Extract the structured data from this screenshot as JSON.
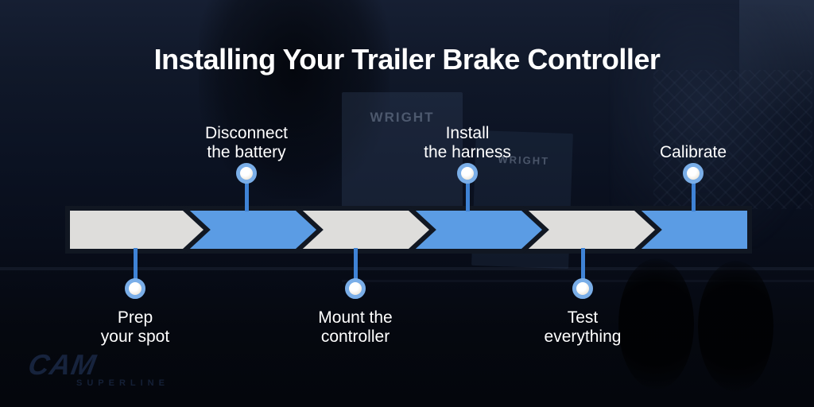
{
  "title": "Installing Your Trailer Brake Controller",
  "timeline": {
    "steps": [
      {
        "order": 1,
        "label": "Prep your spot",
        "lines": [
          "Prep",
          "your spot"
        ],
        "position": "below",
        "bar_color": "gray"
      },
      {
        "order": 2,
        "label": "Disconnect the battery",
        "lines": [
          "Disconnect",
          "the battery"
        ],
        "position": "above",
        "bar_color": "blue"
      },
      {
        "order": 3,
        "label": "Mount the controller",
        "lines": [
          "Mount the",
          "controller"
        ],
        "position": "below",
        "bar_color": "gray"
      },
      {
        "order": 4,
        "label": "Install the harness",
        "lines": [
          "Install",
          "the harness"
        ],
        "position": "above",
        "bar_color": "blue"
      },
      {
        "order": 5,
        "label": "Test everything",
        "lines": [
          "Test",
          "everything"
        ],
        "position": "below",
        "bar_color": "gray"
      },
      {
        "order": 6,
        "label": "Calibrate",
        "lines": [
          "Calibrate"
        ],
        "position": "above",
        "bar_color": "blue"
      }
    ]
  },
  "colors": {
    "step_gray": "#dedddb",
    "step_blue": "#5b9ce4",
    "arrow_outline": "#111722",
    "connector_blue": "#3f83d6",
    "marker_ring": "#7aaee8",
    "marker_fill": "#f4f1ea",
    "title_text": "#ffffff",
    "label_text": "#ffffff",
    "background": "#0b1020"
  },
  "background_photo": {
    "visible_brand_main": "CAM",
    "visible_brand_sub": "SUPERLINE",
    "visible_box_brand": "WRIGHT"
  }
}
